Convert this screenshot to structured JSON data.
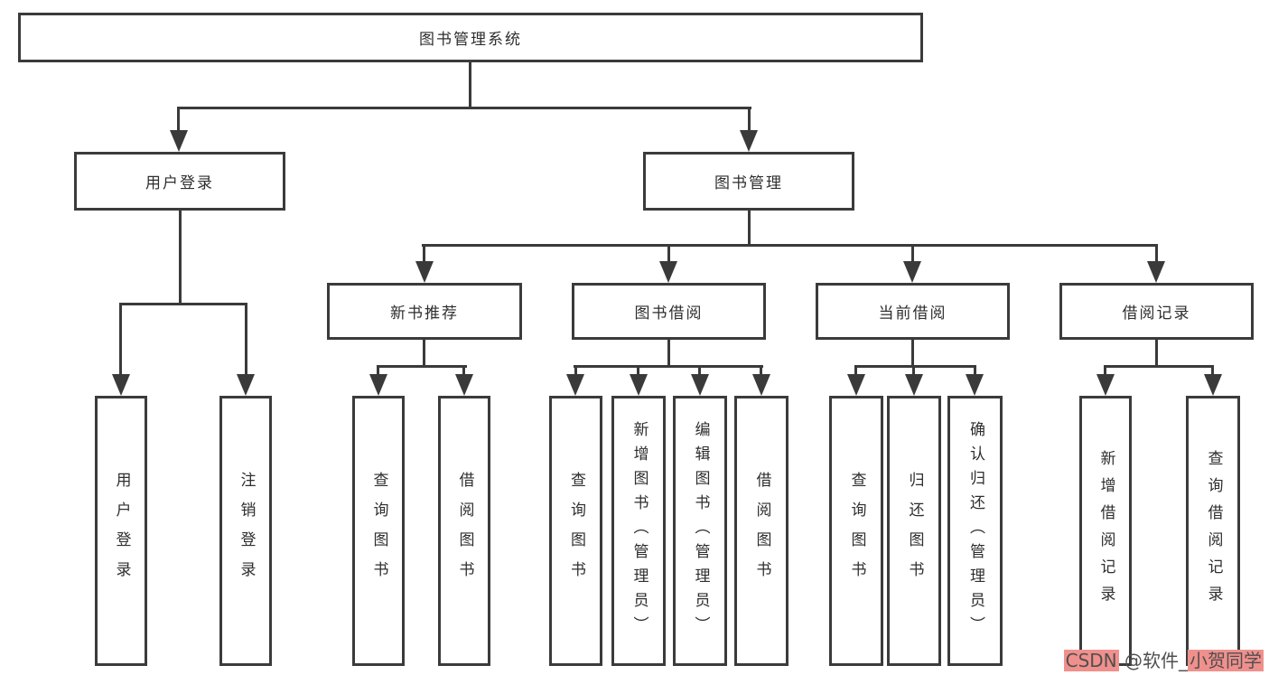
{
  "diagram": {
    "root": {
      "label": "图书管理系统"
    },
    "level2": [
      {
        "label": "用户登录"
      },
      {
        "label": "图书管理"
      }
    ],
    "level3": [
      {
        "label": "新书推荐"
      },
      {
        "label": "图书借阅"
      },
      {
        "label": "当前借阅"
      },
      {
        "label": "借阅记录"
      }
    ],
    "leaves": {
      "login": [
        "用户登录",
        "注销登录"
      ],
      "newbook": [
        "查询图书",
        "借阅图书"
      ],
      "borrow": [
        "查询图书",
        "新增图书（管理员）",
        "编辑图书（管理员）",
        "借阅图书"
      ],
      "current": [
        "查询图书",
        "归还图书",
        "确认归还（管理员）"
      ],
      "records": [
        "新增借阅记录",
        "查询借阅记录"
      ]
    }
  },
  "watermark": {
    "part1": "CSDN",
    "part2": " @软件_",
    "part3": "小贺同学"
  },
  "colors": {
    "line": "#3a3a3a",
    "box_border": "#3b3b3b",
    "text": "#2e2e2e",
    "watermark_text": "#4f4f4f",
    "watermark_highlight": "#f0908d"
  }
}
